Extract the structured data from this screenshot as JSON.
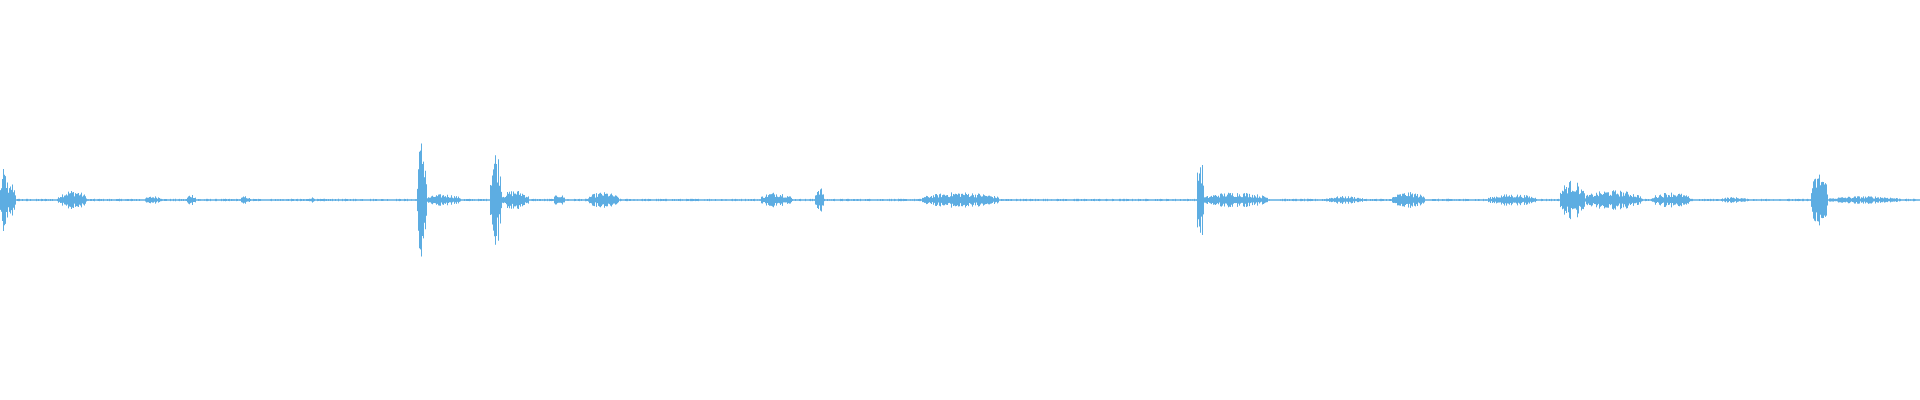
{
  "waveform": {
    "color": "#5dade2",
    "baseline_noise": 0.006,
    "segments": [
      [
        0.0,
        0.004,
        0.16
      ],
      [
        0.004,
        0.008,
        0.09
      ],
      [
        0.03,
        0.045,
        0.05
      ],
      [
        0.075,
        0.085,
        0.02
      ],
      [
        0.097,
        0.102,
        0.03
      ],
      [
        0.125,
        0.13,
        0.02
      ],
      [
        0.16,
        0.164,
        0.015
      ],
      [
        0.217,
        0.222,
        0.31
      ],
      [
        0.222,
        0.24,
        0.03
      ],
      [
        0.255,
        0.261,
        0.26
      ],
      [
        0.261,
        0.275,
        0.05
      ],
      [
        0.288,
        0.294,
        0.03
      ],
      [
        0.306,
        0.322,
        0.04
      ],
      [
        0.396,
        0.412,
        0.04
      ],
      [
        0.424,
        0.429,
        0.07
      ],
      [
        0.48,
        0.52,
        0.04
      ],
      [
        0.623,
        0.627,
        0.22
      ],
      [
        0.627,
        0.66,
        0.04
      ],
      [
        0.69,
        0.71,
        0.02
      ],
      [
        0.725,
        0.742,
        0.04
      ],
      [
        0.775,
        0.8,
        0.03
      ],
      [
        0.812,
        0.825,
        0.1
      ],
      [
        0.825,
        0.855,
        0.05
      ],
      [
        0.86,
        0.88,
        0.04
      ],
      [
        0.895,
        0.91,
        0.015
      ],
      [
        0.943,
        0.952,
        0.14
      ],
      [
        0.952,
        0.99,
        0.02
      ]
    ]
  }
}
